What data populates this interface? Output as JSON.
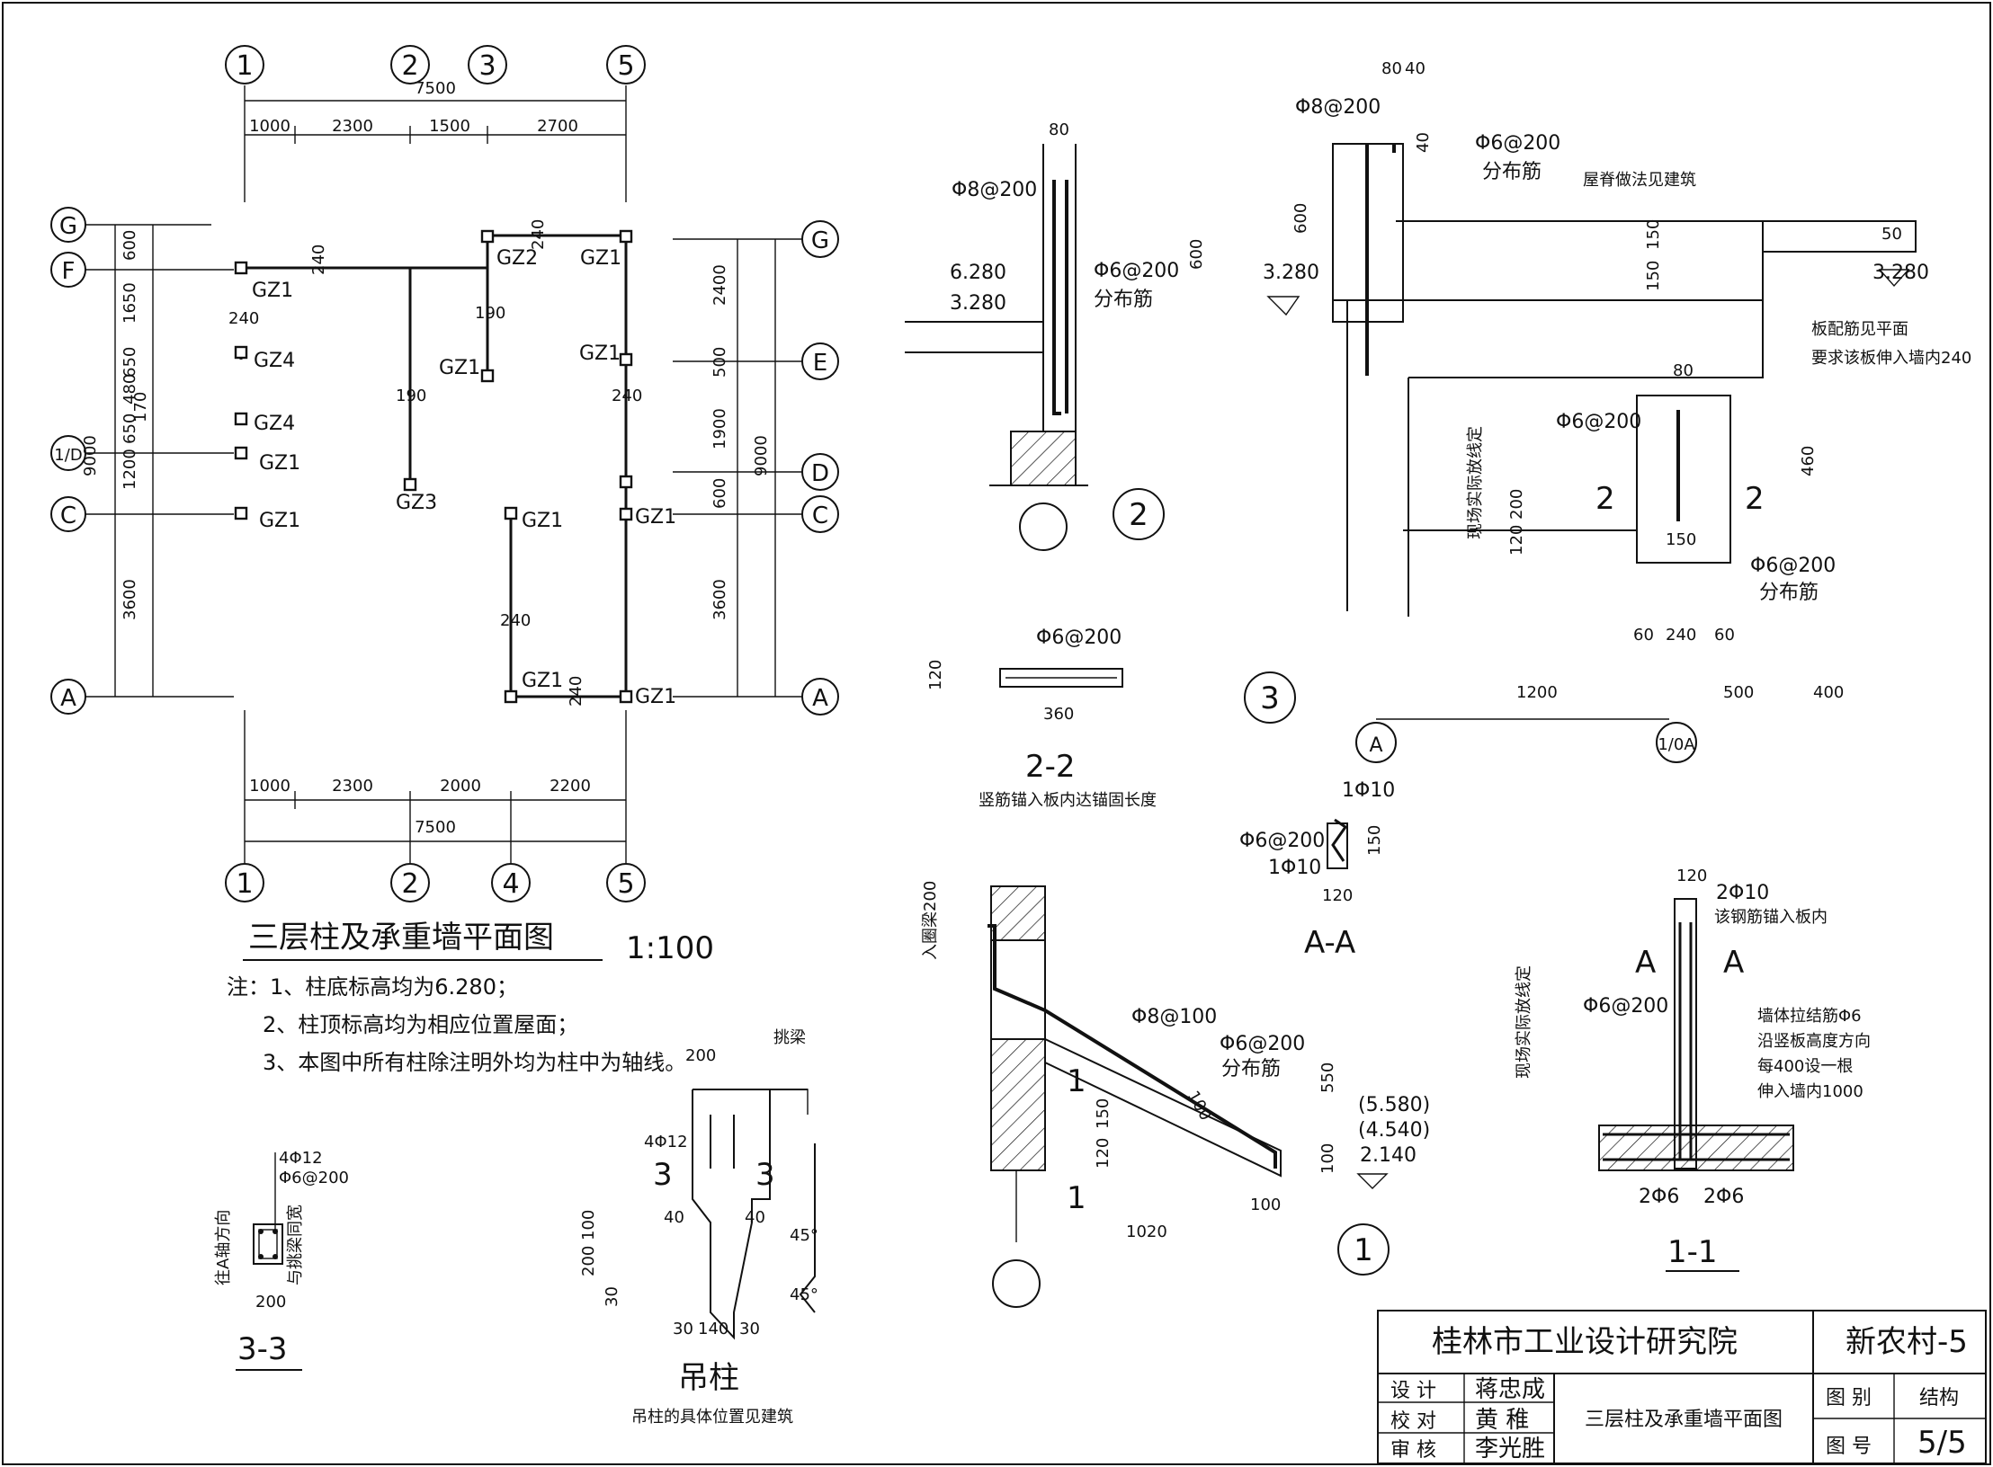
{
  "plan": {
    "title": "三层柱及承重墙平面图",
    "scale": "1:100",
    "axes_x": [
      "1",
      "2",
      "3",
      "",
      "5"
    ],
    "axes_x_bottom": [
      "1",
      "2",
      "4",
      "5"
    ],
    "axes_y": [
      "G",
      "F",
      "1/D",
      "C",
      "A"
    ],
    "axes_y_right": [
      "G",
      "E",
      "D",
      "C",
      "A"
    ],
    "top_total": "7500",
    "top_dims": [
      "1000",
      "2300",
      "1500",
      "2700"
    ],
    "bottom_dims": [
      "1000",
      "2300",
      "2000",
      "2200"
    ],
    "bottom_total": "7500",
    "left_total": "9000",
    "left_dims": [
      "600",
      "1650",
      "650",
      "480",
      "170",
      "650",
      "1200",
      "3600"
    ],
    "right_dims": [
      "2400",
      "500",
      "1900",
      "600",
      "3600"
    ],
    "right_total": "9000",
    "col_labels": [
      "GZ1",
      "GZ4",
      "GZ4",
      "GZ1",
      "GZ1",
      "GZ2",
      "GZ1",
      "GZ1",
      "GZ1",
      "GZ3",
      "GZ1",
      "GZ1",
      "GZ1",
      "GZ1"
    ],
    "wall_dims": [
      "240",
      "240",
      "190",
      "190",
      "240",
      "240",
      "240",
      "240"
    ]
  },
  "notes": [
    "注：1、柱底标高均为6.280；",
    "2、柱顶标高均为相应位置屋面；",
    "3、本图中所有柱除注明外均为柱中为轴线。"
  ],
  "detail_3_3": {
    "title": "3-3",
    "rebar_main": "4Φ12",
    "rebar_stirrup": "Φ6@200",
    "side_label": "往A轴方向",
    "right_label": "与挑梁同宽",
    "width": "200"
  },
  "hanging_column": {
    "title": "吊柱",
    "note": "吊柱的具体位置见建筑",
    "top_width": "200",
    "beam_label": "挑梁",
    "rebar": "4Φ12",
    "section_mark": "3",
    "dims": [
      "40",
      "40",
      "100",
      "200",
      "30",
      "30",
      "140",
      "30"
    ],
    "angle": "45°"
  },
  "detail_2": {
    "mark": "2",
    "width": "80",
    "rebar_main": "Φ8@200",
    "rebar_dist": "Φ6@200",
    "dist_label": "分布筋",
    "height": "600",
    "elev_top": "6.280",
    "elev_bottom": "3.280"
  },
  "section_2_2": {
    "title": "2-2",
    "rebar": "Φ6@200",
    "height": "120",
    "width": "360",
    "note": "竖筋锚入板内达锚固长度"
  },
  "detail_3": {
    "mark": "3",
    "axes": [
      "A",
      "1/0A"
    ],
    "top_dims": [
      "80",
      "40"
    ],
    "rebar_main": "Φ8@200",
    "rebar_dist": "Φ6@200",
    "dist_label": "分布筋",
    "parapet_note": "屋脊做法见建筑",
    "small_dim": "40",
    "left_height": "600",
    "slab_dims": [
      "150",
      "150",
      "50"
    ],
    "elev_left": "3.280",
    "elev_right": "3.280",
    "slab_note_1": "板配筋见平面",
    "slab_note_2": "要求该板伸入墙内240",
    "beam_width": "80",
    "beam_rebar": "Φ6@200",
    "field_note": "现场实际放线定",
    "beam_dims": [
      "200",
      "120",
      "460"
    ],
    "section_mark": "2",
    "inner_dim": "150",
    "rebar_dist_2": "Φ6@200",
    "bottom_dims": [
      "60",
      "240",
      "60"
    ],
    "span_dims": [
      "1200",
      "500",
      "400"
    ]
  },
  "section_A_A": {
    "title": "A-A",
    "top_rebar": "1Φ10",
    "stirrup": "Φ6@200",
    "bottom_rebar": "1Φ10",
    "height": "150",
    "width": "120"
  },
  "detail_1": {
    "mark": "1",
    "beam_label": "入圈梁200",
    "rebar_main": "Φ8@100",
    "rebar_dist": "Φ6@200",
    "dist_label": "分布筋",
    "thickness": "100",
    "section_mark": "1",
    "dims": [
      "150",
      "120",
      "550",
      "100"
    ],
    "elev": [
      "(5.580)",
      "(4.540)",
      "2.140"
    ],
    "tip_width": "100",
    "span": "1020"
  },
  "section_1_1": {
    "title": "1-1",
    "top_width": "120",
    "top_rebar": "2Φ10",
    "top_note": "该钢筋锚入板内",
    "aa_mark": "A",
    "stirrup": "Φ6@200",
    "tie_note": [
      "墙体拉结筋Φ6",
      "沿竖板高度方向",
      "每400设一根",
      "伸入墙内1000"
    ],
    "field_note": "现场实际放线定",
    "bottom_rebar": [
      "2Φ6",
      "2Φ6"
    ]
  },
  "title_block": {
    "institute": "桂林市工业设计研究院",
    "project": "新农村-5",
    "roles": [
      "设 计",
      "校 对",
      "审 核"
    ],
    "names": [
      "蒋忠成",
      "黄 稚",
      "李光胜"
    ],
    "drawing_name": "三层柱及承重墙平面图",
    "category_label": "图 别",
    "category": "结构",
    "number_label": "图 号",
    "number": "5/5"
  }
}
